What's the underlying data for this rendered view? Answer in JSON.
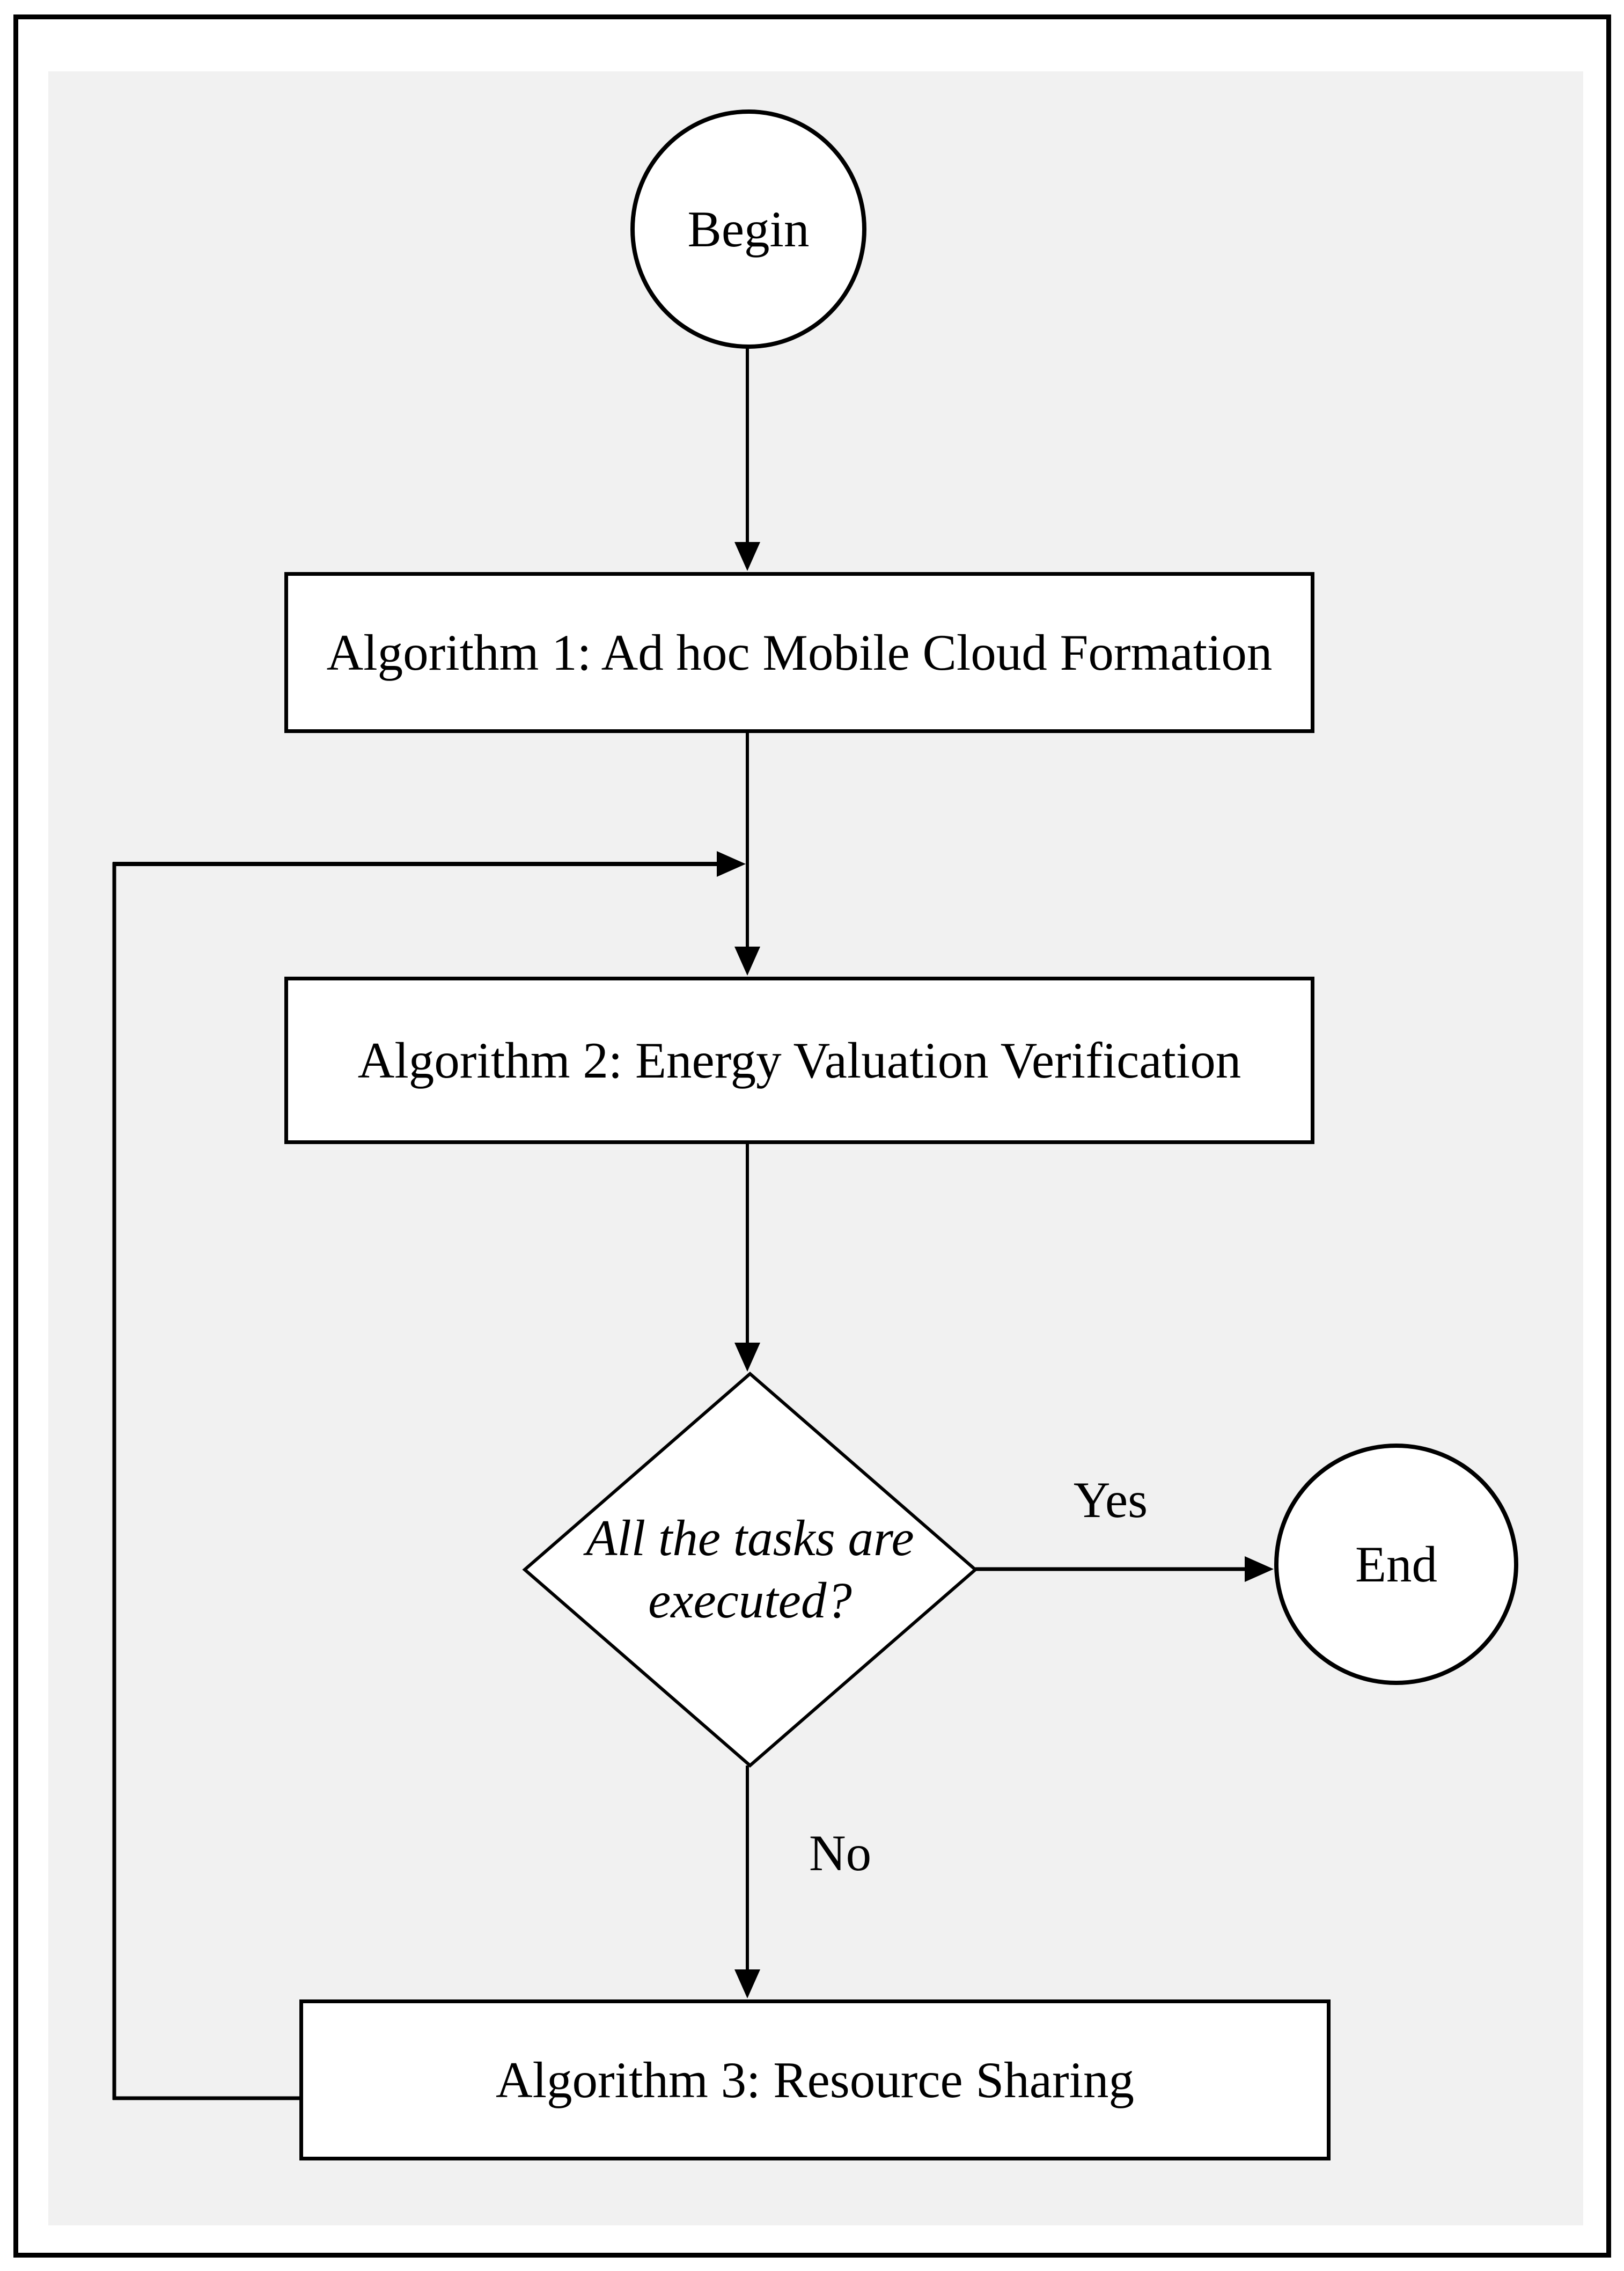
{
  "figure": {
    "type": "flowchart",
    "nodes": {
      "begin": "Begin",
      "algorithm1": "Algorithm 1: Ad hoc Mobile Cloud Formation",
      "algorithm2": "Algorithm 2: Energy Valuation Verification",
      "algorithm3": "Algorithm 3: Resource Sharing",
      "end": "End"
    },
    "decision": {
      "line1": "All the tasks are",
      "line2": "executed?"
    },
    "edges": {
      "yes_label": "Yes",
      "no_label": "No"
    },
    "colors": {
      "page_background": "#ffffff",
      "panel_background": "#f1f1f1",
      "shape_fill": "#ffffff",
      "stroke": "#000000"
    }
  }
}
